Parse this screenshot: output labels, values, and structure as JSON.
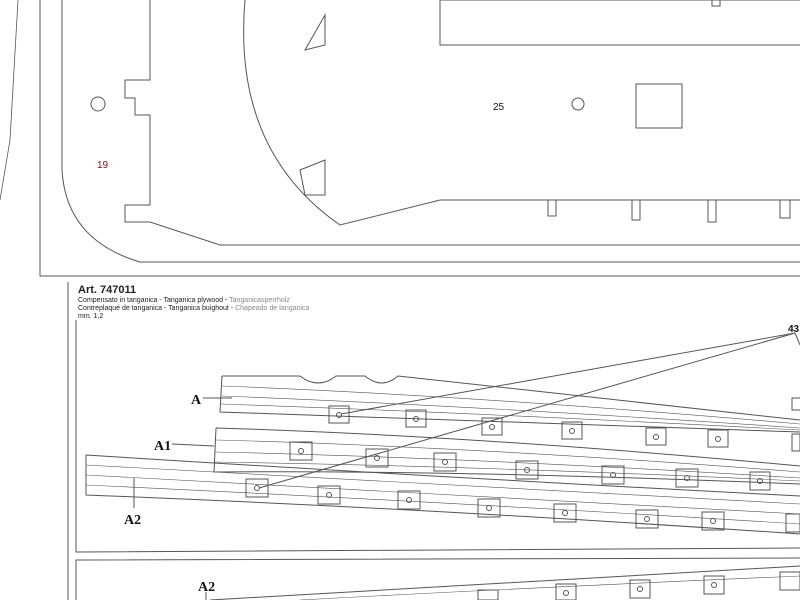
{
  "sheet": {
    "part_19": "19",
    "part_25": "25",
    "part_43": "43",
    "label_a": "A",
    "label_a1": "A1",
    "label_a2": "A2",
    "label_a2_lower": "A2"
  },
  "header": {
    "art": "Art. 747011",
    "line1_main": "Compensato in tanganica - Tanganica plywood - ",
    "line1_grey": "Tanganicasperrholz",
    "line2_main": "Contreplaqué de tanganica - Tanganica buighout - ",
    "line2_grey": "Chapeado de tanganica",
    "line3": "mm. 1,2"
  },
  "colors": {
    "line": "#555555",
    "part_19_text": "#7a1010",
    "label": "#111111"
  }
}
